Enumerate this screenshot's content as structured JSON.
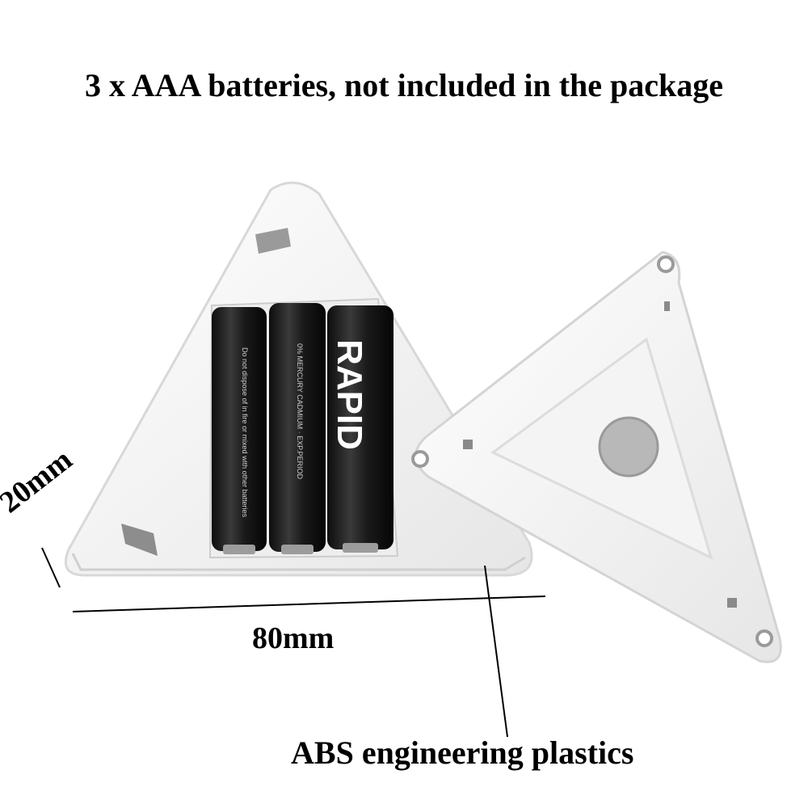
{
  "headline": "3 x AAA batteries, not included in the package",
  "dimensions": {
    "width_label": "80mm",
    "thickness_label": "20mm"
  },
  "material_label": "ABS engineering plastics",
  "battery_brand": "RAPID",
  "colors": {
    "background": "#ffffff",
    "housing": "#ffffff",
    "battery": "#1a1a1a",
    "text": "#000000"
  }
}
